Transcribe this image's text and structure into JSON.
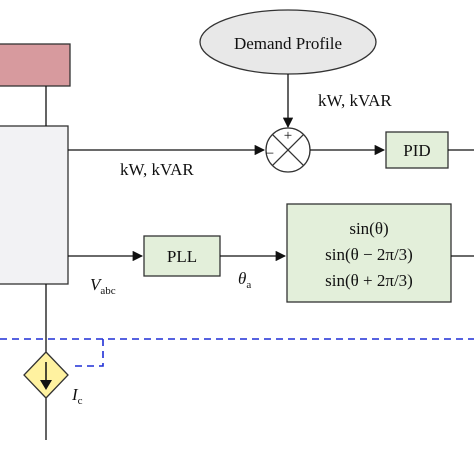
{
  "blocks": {
    "demand_profile": "Demand Profile",
    "pid": "PID",
    "pll": "PLL",
    "trig": [
      "sin(θ)",
      "sin(θ − 2π/3)",
      "sin(θ + 2π/3)"
    ]
  },
  "summing_junction": {
    "plus_sign": "+",
    "minus_sign": "−"
  },
  "signals": {
    "kw_kvar_top": "kW, kVAR",
    "kw_kvar_mid": "kW, kVAR",
    "v_abc_main": "V",
    "v_abc_sub": "abc",
    "theta_main": "θ",
    "theta_sub": "a",
    "ic_main": "I",
    "ic_sub": "c"
  },
  "colors": {
    "pink_block": "#d79a9e",
    "green_block": "#e3efda",
    "grey_block": "#f2f2f4",
    "ellipse_fill": "#e8e8e8",
    "source_fill": "#fff2a0",
    "dashed_line": "#1f2fd6"
  }
}
